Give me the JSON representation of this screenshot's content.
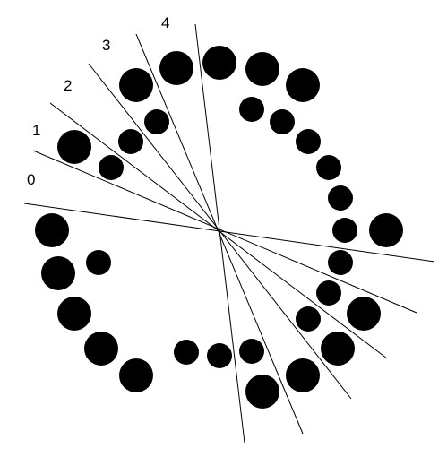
{
  "diagram": {
    "line_labels": [
      "0",
      "1",
      "2",
      "3",
      "4"
    ],
    "colors": {
      "background": "#ffffff",
      "ink": "#000000"
    }
  }
}
